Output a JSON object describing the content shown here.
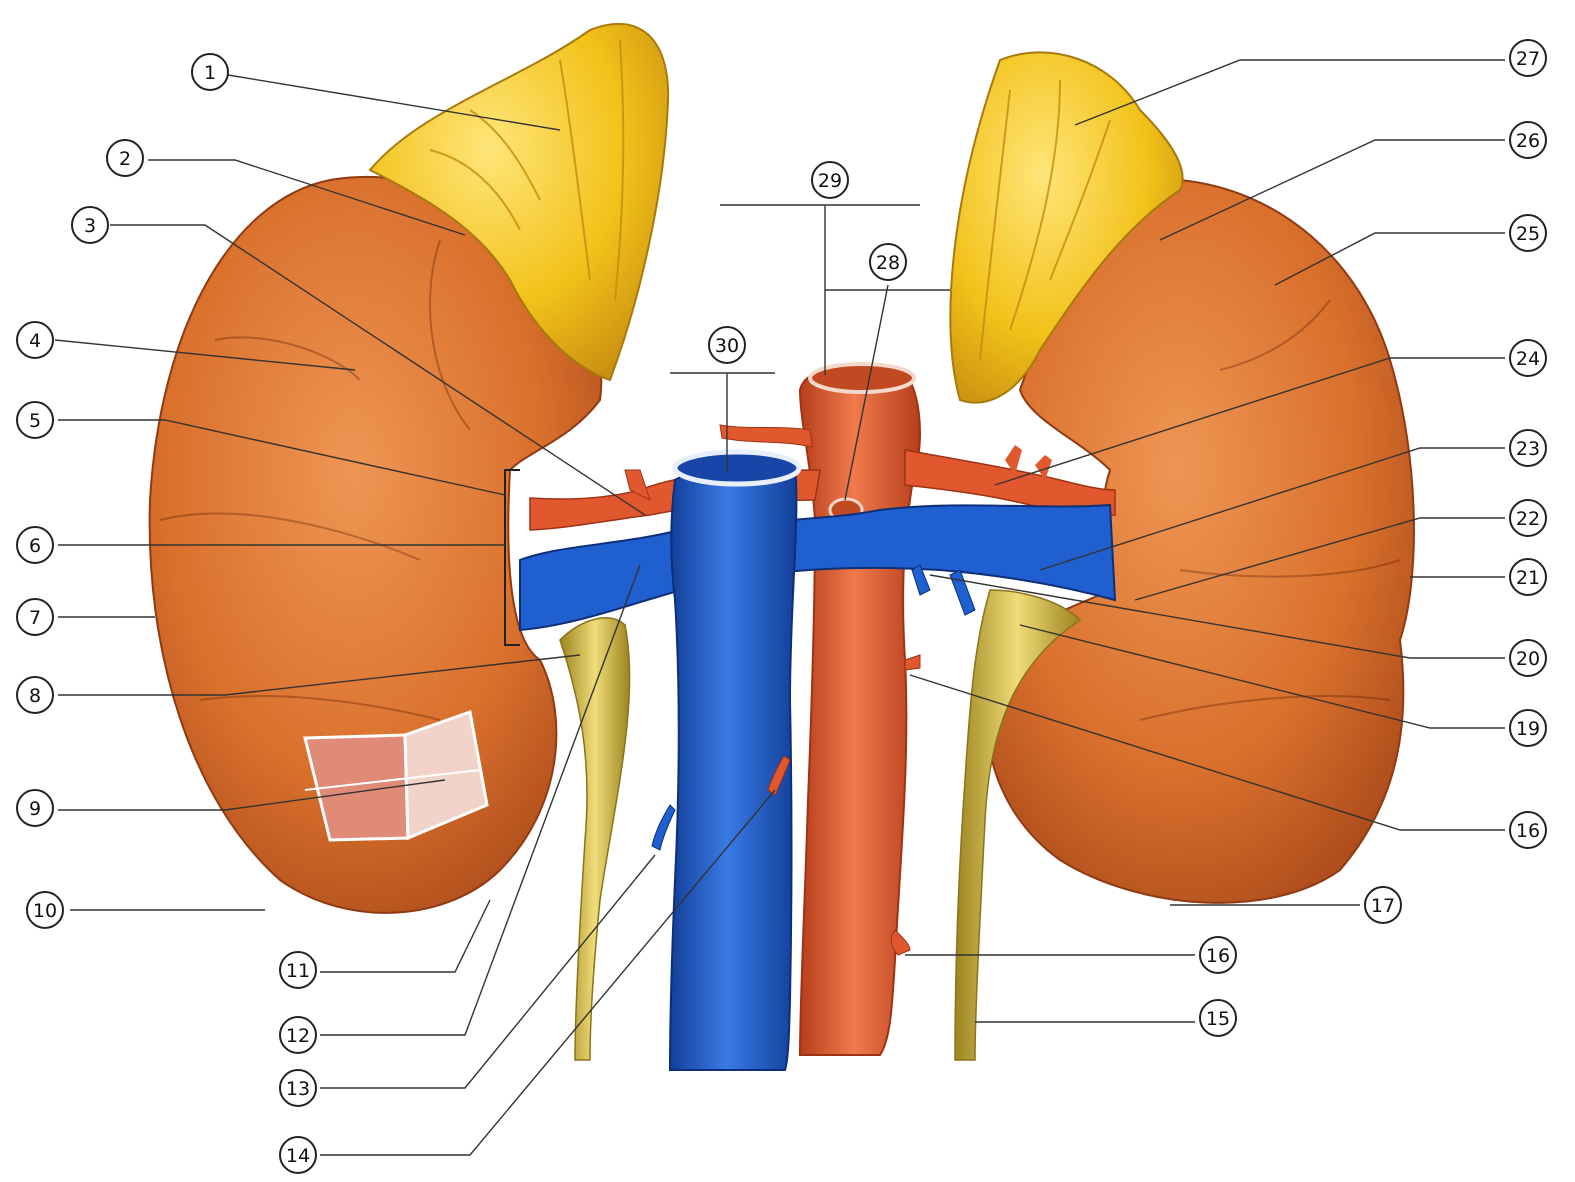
{
  "colors": {
    "background": "#ffffff",
    "kidney": "#d9702c",
    "kidney_dark": "#a8481a",
    "kidney_highlight": "#ef9654",
    "adrenal": "#f2c21a",
    "adrenal_dark": "#c98f10",
    "vein": "#1f5fd0",
    "vein_dark": "#123f98",
    "artery": "#e2582e",
    "artery_dark": "#b63e1c",
    "ureter": "#d9be45",
    "ureter_dark": "#9c8420",
    "capsule_window": "#e08a78",
    "capsule_window_light": "#f1d3c9"
  },
  "labels": [
    {
      "id": "1",
      "text": "1"
    },
    {
      "id": "2",
      "text": "2"
    },
    {
      "id": "3",
      "text": "3"
    },
    {
      "id": "4",
      "text": "4"
    },
    {
      "id": "5",
      "text": "5"
    },
    {
      "id": "6",
      "text": "6"
    },
    {
      "id": "7",
      "text": "7"
    },
    {
      "id": "8",
      "text": "8"
    },
    {
      "id": "9",
      "text": "9"
    },
    {
      "id": "10",
      "text": "10"
    },
    {
      "id": "11",
      "text": "11"
    },
    {
      "id": "12",
      "text": "12"
    },
    {
      "id": "13",
      "text": "13"
    },
    {
      "id": "14",
      "text": "14"
    },
    {
      "id": "15",
      "text": "15"
    },
    {
      "id": "16a",
      "text": "16"
    },
    {
      "id": "17",
      "text": "17"
    },
    {
      "id": "16b",
      "text": "16"
    },
    {
      "id": "19",
      "text": "19"
    },
    {
      "id": "20",
      "text": "20"
    },
    {
      "id": "21",
      "text": "21"
    },
    {
      "id": "22",
      "text": "22"
    },
    {
      "id": "23",
      "text": "23"
    },
    {
      "id": "24",
      "text": "24"
    },
    {
      "id": "25",
      "text": "25"
    },
    {
      "id": "26",
      "text": "26"
    },
    {
      "id": "27",
      "text": "27"
    },
    {
      "id": "28",
      "text": "28"
    },
    {
      "id": "29",
      "text": "29"
    },
    {
      "id": "30",
      "text": "30"
    }
  ]
}
